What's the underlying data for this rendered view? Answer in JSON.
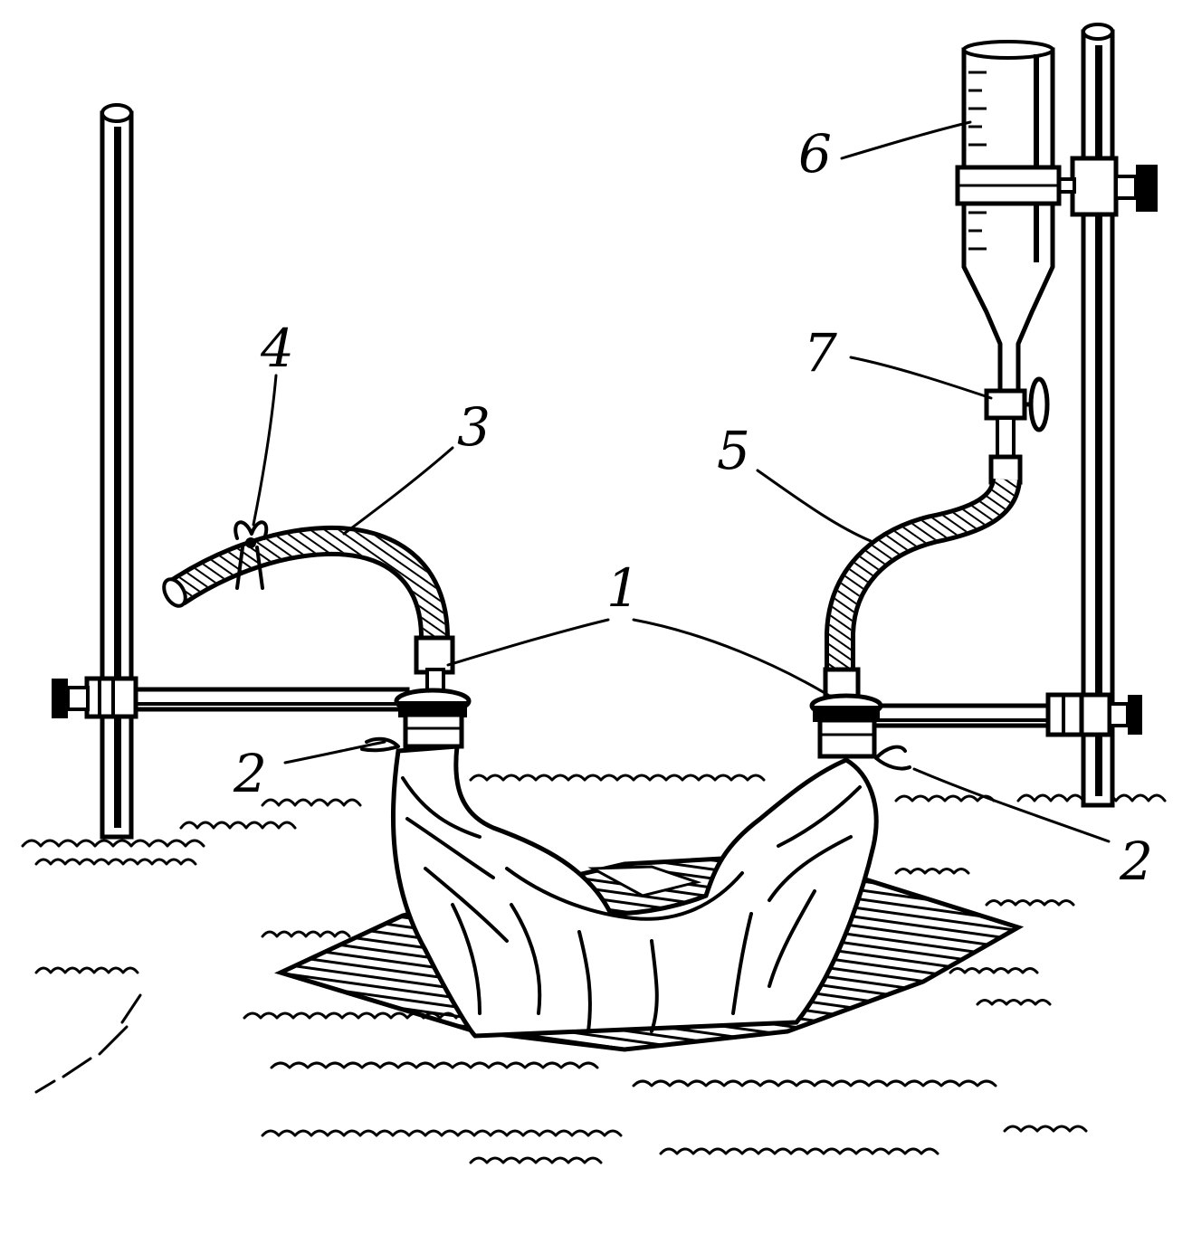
{
  "colors": {
    "ink": "#000000",
    "paper": "#ffffff"
  },
  "labels": {
    "one": "1",
    "two_left": "2",
    "two_right": "2",
    "three": "3",
    "four": "4",
    "five": "5",
    "six": "6",
    "seven": "7"
  }
}
